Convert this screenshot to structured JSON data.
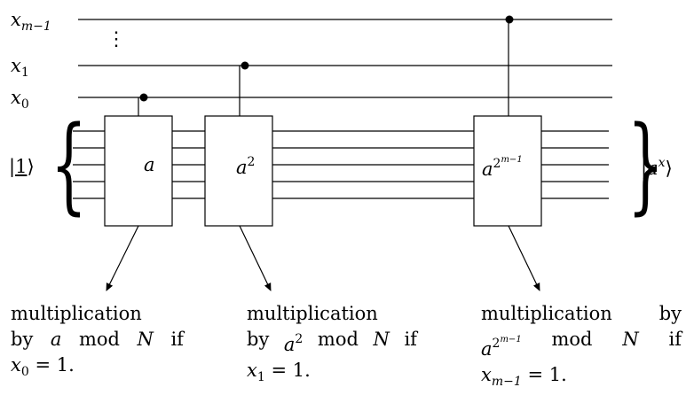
{
  "control_lines": [
    {
      "id": "xm1",
      "label_base": "x",
      "label_sub": "m−1"
    },
    {
      "id": "x1",
      "label_base": "x",
      "label_sub": "1"
    },
    {
      "id": "x0",
      "label_base": "x",
      "label_sub": "0"
    }
  ],
  "vdots": "⋮",
  "input_ket": {
    "left": "|",
    "content": "1",
    "right": "⟩"
  },
  "output_ket": {
    "left": "|",
    "base": "a",
    "exp": "x",
    "right": "⟩"
  },
  "gates": [
    {
      "id": "a",
      "base": "a",
      "exp": "",
      "exp_exp": ""
    },
    {
      "id": "a2",
      "base": "a",
      "exp": "2",
      "exp_exp": ""
    },
    {
      "id": "am",
      "base": "a",
      "exp": "2",
      "exp_exp": "m−1"
    }
  ],
  "notes": [
    {
      "id": "note1",
      "line1": "multiplication",
      "line2_pre": "by",
      "line2_var": "a",
      "line2_exp": "",
      "line2_exp_exp": "",
      "line2_post": "mod",
      "line2_N": "N",
      "line2_if": "if",
      "line3_var": "x",
      "line3_sub": "0",
      "line3_rest": "= 1."
    },
    {
      "id": "note2",
      "line1": "multiplication",
      "line2_pre": "by",
      "line2_var": "a",
      "line2_exp": "2",
      "line2_exp_exp": "",
      "line2_post": "mod",
      "line2_N": "N",
      "line2_if": "if",
      "line3_var": "x",
      "line3_sub": "1",
      "line3_rest": "= 1."
    },
    {
      "id": "note3",
      "line1_a": "multiplication",
      "line1_b": "by",
      "line2_var": "a",
      "line2_exp": "2",
      "line2_exp_exp": "m−1",
      "line2_post": "mod",
      "line2_N": "N",
      "line2_if": "if",
      "line3_var": "x",
      "line3_sub": "m−1",
      "line3_rest": "= 1."
    }
  ]
}
